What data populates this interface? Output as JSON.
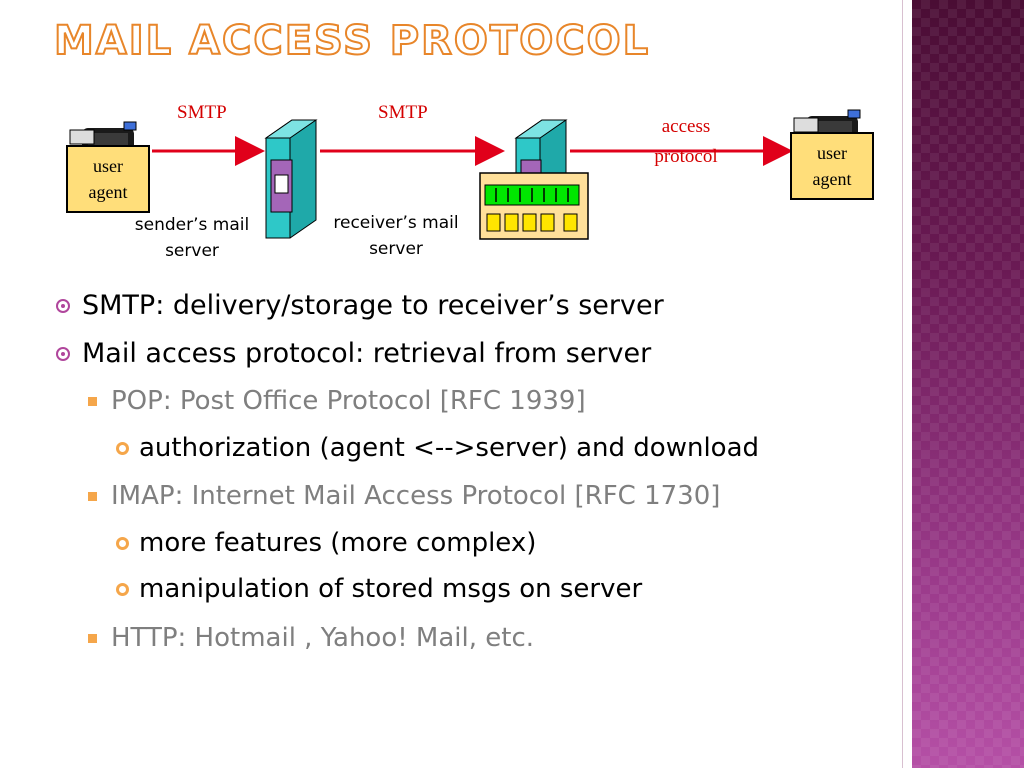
{
  "slide": {
    "title": "Mail access protocol"
  },
  "diagram": {
    "smtp_label_1": "SMTP",
    "smtp_label_2": "SMTP",
    "access_label_line1": "access",
    "access_label_line2": "protocol",
    "user_agent_left": {
      "line1": "user",
      "line2": "agent"
    },
    "user_agent_right": {
      "line1": "user",
      "line2": "agent"
    },
    "sender_server_caption": {
      "line1": "sender’s mail",
      "line2": "server"
    },
    "receiver_server_caption": {
      "line1": "receiver’s mail",
      "line2": "server"
    },
    "colors": {
      "arrow": "#e0001a",
      "server_teal": "#2ec8c8",
      "mailbox_green": "#00e600",
      "mailbox_yellow": "#ffe500",
      "agent_fill": "#ffde7a"
    }
  },
  "bullets": [
    {
      "level": 1,
      "text": "SMTP: delivery/storage to receiver’s server"
    },
    {
      "level": 1,
      "text": "Mail access protocol: retrieval from server"
    },
    {
      "level": 2,
      "text": "POP: Post Office Protocol [RFC 1939]"
    },
    {
      "level": 3,
      "text": "authorization (agent <-->server) and download"
    },
    {
      "level": 2,
      "text": "IMAP: Internet Mail Access Protocol [RFC 1730]"
    },
    {
      "level": 3,
      "text": "more features (more complex)"
    },
    {
      "level": 3,
      "text": "manipulation of stored msgs on server"
    },
    {
      "level": 2,
      "text": "HTTP: Hotmail , Yahoo! Mail, etc."
    }
  ],
  "theme": {
    "accent": "#b0469c",
    "title_outline": "#e8862a",
    "sub_bullet": "#f5a64a"
  }
}
